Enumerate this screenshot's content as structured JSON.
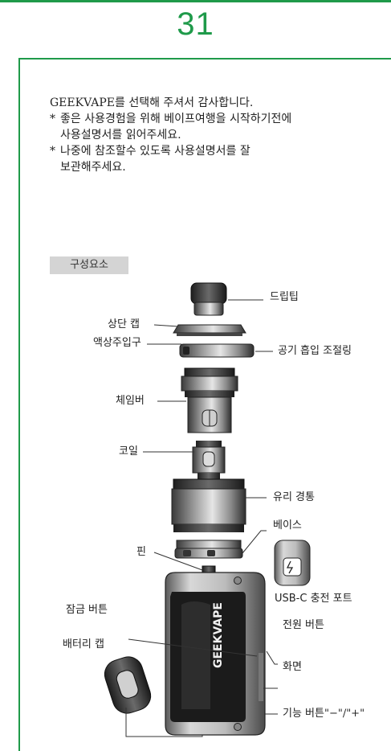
{
  "page_number": "31",
  "intro": {
    "line1": "GEEKVAPE를 선택해 주셔서 감사합니다.",
    "bullet_star": "*",
    "bullet1_line1": "좋은 사용경험을 위해 베이프여행을 시작하기전에",
    "bullet1_line2": "사용설명서를 읽어주세요.",
    "bullet2_line1": "나중에 참조할수 있도록 사용설명서를 잘",
    "bullet2_line2": "보관해주세요."
  },
  "section_title": "구성요소",
  "parts": {
    "drip_tip": "드립팁",
    "top_cap": "상단 캡",
    "fill_port": "액상주입구",
    "airflow_ring": "공기 흡입 조절링",
    "chamber": "체임버",
    "coil": "코일",
    "glass_tube": "유리 경통",
    "base": "베이스",
    "pin": "핀",
    "usb_port": "USB-C 충전 포트",
    "lock_button": "잠금 버튼",
    "power_button": "전원 버튼",
    "battery_cap": "배터리 캡",
    "screen": "화면",
    "function_buttons": "기능 버튼\"−\"/\"+\""
  },
  "device_brand": "GEEKVAPE",
  "colors": {
    "accent": "#1f9a4a"
  }
}
